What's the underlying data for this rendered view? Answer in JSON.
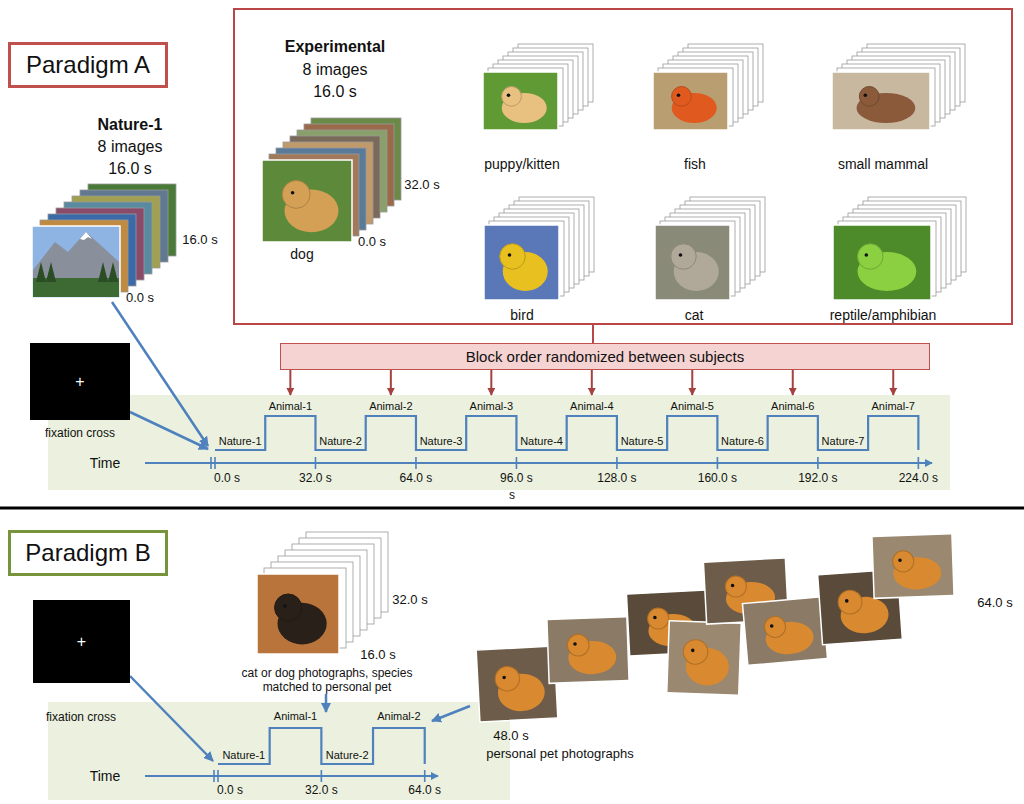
{
  "diagram": {
    "nodes": [
      {
        "text": [
          "Paradigm A"
        ]
      },
      {
        "text": [
          "Experimental",
          "8 images",
          "16.0 s",
          "32.0 s",
          "0.0 s",
          "dog",
          "puppy/kitten",
          "fish",
          "small mammal",
          "bird",
          "cat",
          "reptile/amphibian"
        ]
      },
      {
        "text": [
          "Block order randomized between subjects"
        ]
      },
      {
        "text": [
          "+",
          "fixation cross"
        ]
      },
      {
        "text": [
          "Time",
          "Nature-1",
          "Animal-1",
          "Nature-2",
          "Animal-2",
          "Nature-3",
          "Animal-3",
          "Nature-4",
          "Animal-4",
          "Nature-5",
          "Animal-5",
          "Nature-6",
          "Animal-6",
          "Nature-7",
          "Animal-7",
          "0.0 s",
          "32.0 s",
          "64.0 s",
          "96.0 s",
          "128.0 s",
          "160.0 s",
          "192.0 s",
          "224.0 s"
        ]
      },
      {
        "text": [
          "Paradigm B"
        ]
      },
      {
        "text": [
          "+",
          "fixation cross"
        ]
      },
      {
        "text": [
          "Time",
          "Nature-1",
          "Animal-1",
          "Nature-2",
          "Animal-2",
          "0.0 s",
          "32.0 s",
          "64.0 s"
        ]
      }
    ],
    "edges": [
      {
        "from": 1,
        "to": 2,
        "arrow": "none"
      },
      {
        "from": 2,
        "to": 4,
        "arrow": "to"
      },
      {
        "from": 2,
        "to": 4,
        "arrow": "to"
      },
      {
        "from": 2,
        "to": 4,
        "arrow": "to"
      },
      {
        "from": 2,
        "to": 4,
        "arrow": "to"
      },
      {
        "from": 2,
        "to": 4,
        "arrow": "to"
      },
      {
        "from": 2,
        "to": 4,
        "arrow": "to"
      },
      {
        "from": 2,
        "to": 4,
        "arrow": "to"
      },
      {
        "from": 3,
        "to": 4,
        "arrow": "to"
      },
      {
        "from": 6,
        "to": 7,
        "arrow": "to"
      }
    ],
    "labels": [
      "Nature-1",
      "8 images",
      "16.0 s",
      "16.0 s",
      "0.0 s",
      "s",
      "32.0 s",
      "16.0 s",
      "cat or dog photographs, species matched to personal pet",
      "64.0 s",
      "48.0 s",
      "personal pet photographs"
    ]
  }
}
